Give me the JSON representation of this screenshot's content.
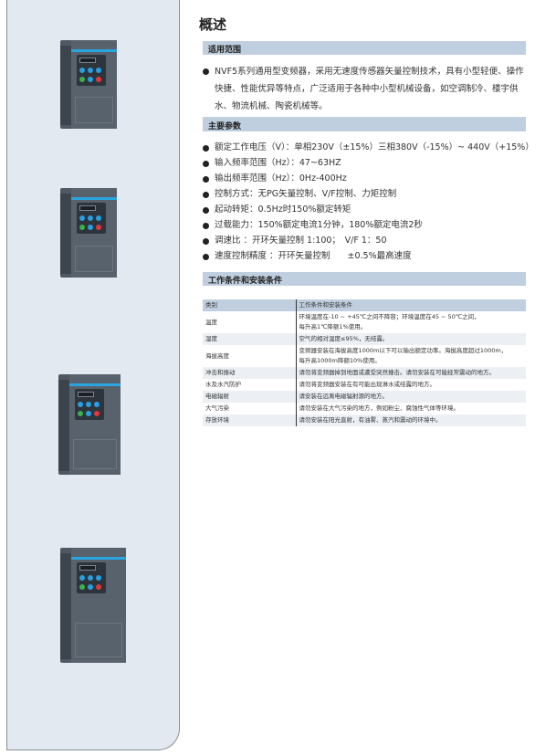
{
  "title": "概述",
  "sections": {
    "scope": {
      "heading": "适用范围",
      "text": "NVF5系列通用型变频器，采用无速度传感器矢量控制技术，具有小型轻便、操作快捷、性能优异等特点，广泛适用于各种中小型机械设备，如空调制冷、楼宇供水、物流机械、陶瓷机械等。"
    },
    "params": {
      "heading": "主要参数",
      "items": [
        "额定工作电压（V）：单相230V（±15%）三相380V（-15%）~ 440V（+15%）",
        "输入频率范围（Hz）：47~63HZ",
        "输出频率范围（Hz）：0Hz-400Hz",
        "控制方式：无PG矢量控制、V/F控制、力矩控制",
        "起动转矩：0.5Hz时150%额定转矩",
        "过载能力：150%额定电流1分钟，180%额定电流2秒",
        "调速比 ：开环矢量控制 1:100；　V/F 1：50",
        "速度控制精度 ：开环矢量控制　　±0.5%最高速度"
      ]
    },
    "conditions": {
      "heading": "工作条件和安装条件",
      "table": {
        "headers": [
          "类别",
          "工作条件和安装条件"
        ],
        "rows": [
          [
            "温度",
            "环境温度在-10 ~ +45℃之间不降容；环境温度在45 ~ 50℃之间，\n每升高1℃降额1%使用。"
          ],
          [
            "湿度",
            "空气的相对湿度≤95%，无结露。"
          ],
          [
            "海拔高度",
            "变频器安装在海拔高度1000m以下可以输出额定功率。海拔高度超过1000m，\n每升高1000m降额10%使用。"
          ],
          [
            "冲击和振动",
            "请勿将变频器掉到地面或遭受突然撞击。请勿安装在可能经常震动的地方。"
          ],
          [
            "水及水汽防护",
            "请勿将变频器安装在有可能出现淋水或结露的地方。"
          ],
          [
            "电磁辐射",
            "请安装在远离电磁辐射源的地方。"
          ],
          [
            "大气污染",
            "请勿安装在大气污染的地方，例如粉尘、腐蚀性气体等环境。"
          ],
          [
            "存放环境",
            "请勿安装在阳光直射，有油雾、蒸汽和震动的环境中。"
          ]
        ]
      }
    }
  },
  "colors": {
    "panel": "#e2e9f0",
    "section_bar": "#c0cfdf",
    "device": "#58626d",
    "accent": "#2aa5e0"
  }
}
